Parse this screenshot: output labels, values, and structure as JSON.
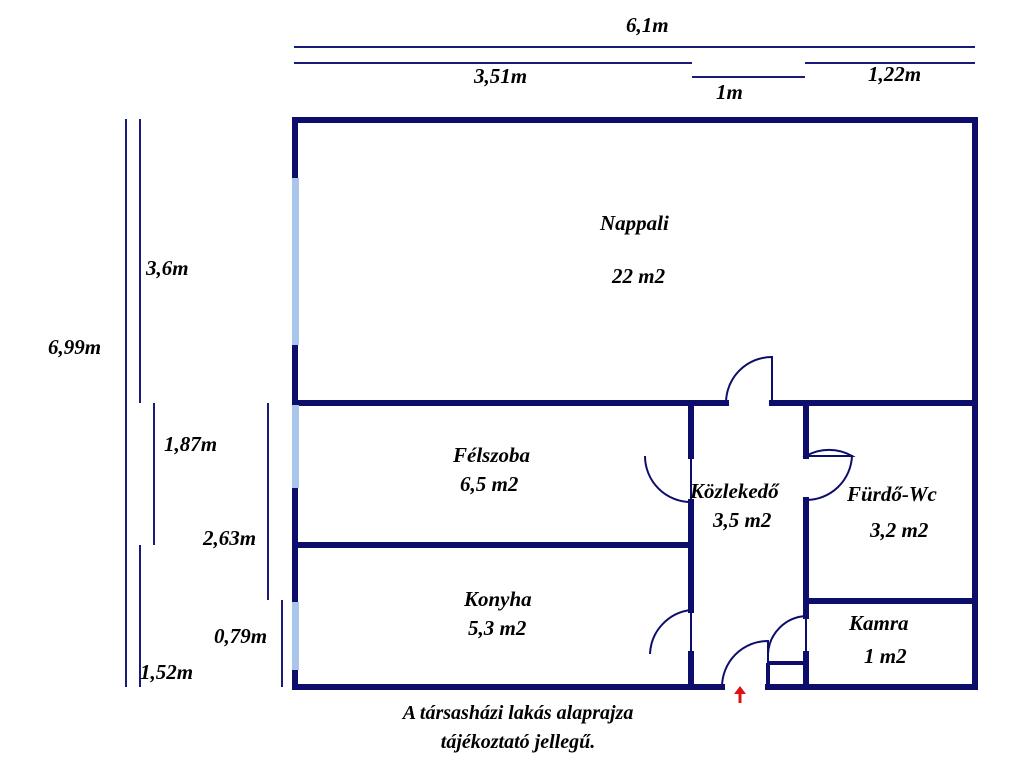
{
  "dimensions": {
    "top_total": "6,1m",
    "top_left": "3,51m",
    "top_middle": "1m",
    "top_right": "1,22m",
    "left_total": "6,99m",
    "left_nappali": "3,6m",
    "left_felszoba": "1,87m",
    "left_lower": "2,63m",
    "left_window": "0,79m",
    "left_konyha": "1,52m"
  },
  "rooms": {
    "nappali": {
      "name": "Nappali",
      "area": "22 m2"
    },
    "felszoba": {
      "name": "Félszoba",
      "area": "6,5 m2"
    },
    "kozlekedo": {
      "name": "Közlekedő",
      "area": "3,5 m2"
    },
    "furdo": {
      "name": "Fürdő-Wc",
      "area": "3,2 m2"
    },
    "konyha": {
      "name": "Konyha",
      "area": "5,3 m2"
    },
    "kamra": {
      "name": "Kamra",
      "area": "1 m2"
    }
  },
  "caption": {
    "line1": "A társasházi lakás alaprajza",
    "line2": "tájékoztató jellegű."
  },
  "colors": {
    "wall": "#0d0d6b",
    "window": "#a9c6ea",
    "entrance_arrow": "#e01010"
  }
}
